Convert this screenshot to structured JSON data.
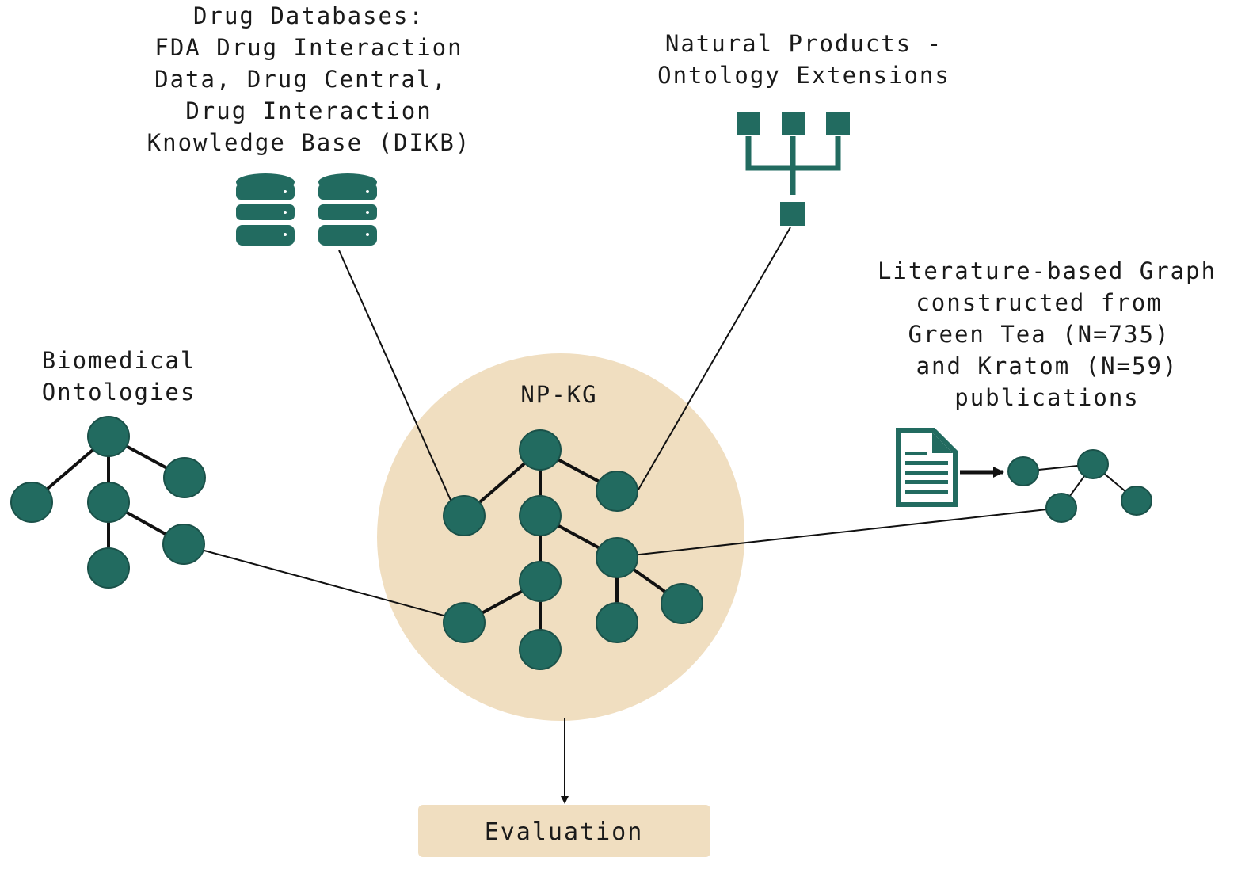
{
  "colors": {
    "node": "#226B60",
    "node_stroke": "#1a5149",
    "hub_fill": "#F0DEC0",
    "edge": "#111111",
    "eval_fill": "#F0DEC0"
  },
  "sources": {
    "drug_databases": {
      "lines": [
        "Drug Databases:",
        "FDA Drug Interaction",
        "Data, Drug Central,",
        "Drug Interaction",
        "Knowledge Base (DIKB)"
      ],
      "icon": "database-icon"
    },
    "natural_products": {
      "lines": [
        "Natural Products -",
        "Ontology Extensions"
      ],
      "icon": "hierarchy-icon"
    },
    "biomedical": {
      "lines": [
        "Biomedical",
        "Ontologies"
      ],
      "icon": "tree-graph-icon"
    },
    "literature": {
      "lines": [
        "Literature-based Graph",
        "constructed from",
        "Green Tea (N=735)",
        "and Kratom (N=59)",
        "publications"
      ],
      "icon": "document-icon"
    }
  },
  "hub": {
    "label": "NP-KG"
  },
  "evaluation": {
    "label": "Evaluation"
  }
}
